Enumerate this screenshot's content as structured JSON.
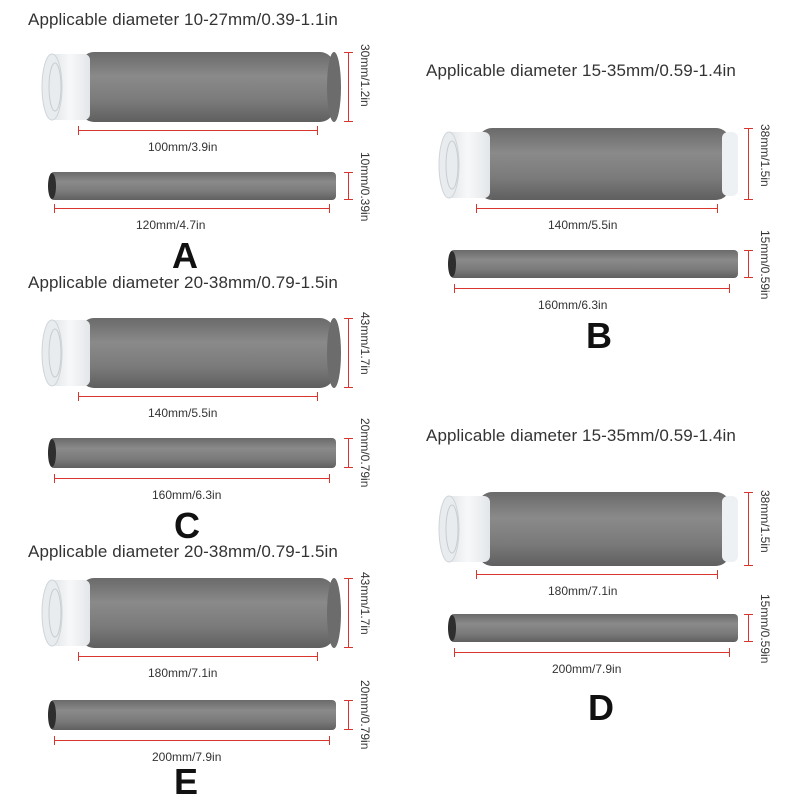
{
  "headings": {
    "a": "Applicable diameter 10-27mm/0.39-1.1in",
    "b": "Applicable diameter 15-35mm/0.59-1.4in",
    "c": "Applicable diameter 20-38mm/0.79-1.5in",
    "d": "Applicable diameter 15-35mm/0.59-1.4in",
    "e": "Applicable diameter 20-38mm/0.79-1.5in"
  },
  "letters": {
    "a": "A",
    "b": "B",
    "c": "C",
    "d": "D",
    "e": "E"
  },
  "dims": {
    "a_large_len": "100mm/3.9in",
    "a_large_dia": "30mm/1.2in",
    "a_small_len": "120mm/4.7in",
    "a_small_dia": "10mm/0.39in",
    "b_large_len": "140mm/5.5in",
    "b_large_dia": "38mm/1.5in",
    "b_small_len": "160mm/6.3in",
    "b_small_dia": "15mm/0.59in",
    "c_large_len": "140mm/5.5in",
    "c_large_dia": "43mm/1.7in",
    "c_small_len": "160mm/6.3in",
    "c_small_dia": "20mm/0.79in",
    "d_large_len": "180mm/7.1in",
    "d_large_dia": "38mm/1.5in",
    "d_small_len": "200mm/7.9in",
    "d_small_dia": "15mm/0.59in",
    "e_large_len": "180mm/7.1in",
    "e_large_dia": "43mm/1.7in",
    "e_small_len": "200mm/7.9in",
    "e_small_dia": "20mm/0.79in"
  },
  "colors": {
    "tube": "#7d7d7d",
    "core": "#eef1f3",
    "dimension_line": "#d9352f"
  }
}
